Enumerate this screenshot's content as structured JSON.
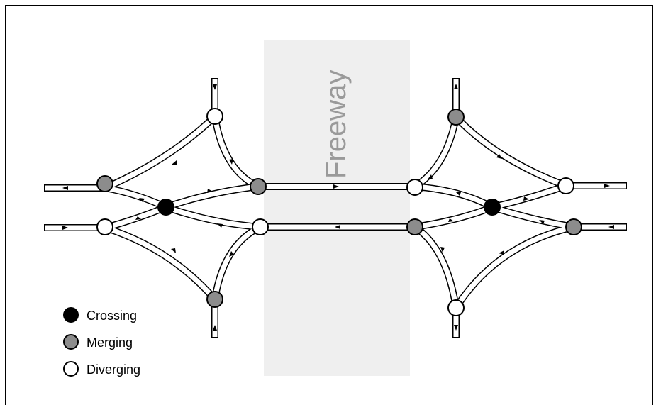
{
  "freeway_label": "Freeway",
  "legend": [
    {
      "key": "crossing",
      "label": "Crossing"
    },
    {
      "key": "merging",
      "label": "Merging"
    },
    {
      "key": "diverging",
      "label": "Diverging"
    }
  ],
  "colors": {
    "crossing": "#000000",
    "merging": "#8c8c8c",
    "diverging": "#ffffff",
    "freeway_band": "#efefef",
    "freeway_text": "#9a9a9a",
    "road_edge": "#000000",
    "road_fill": "#ffffff"
  }
}
